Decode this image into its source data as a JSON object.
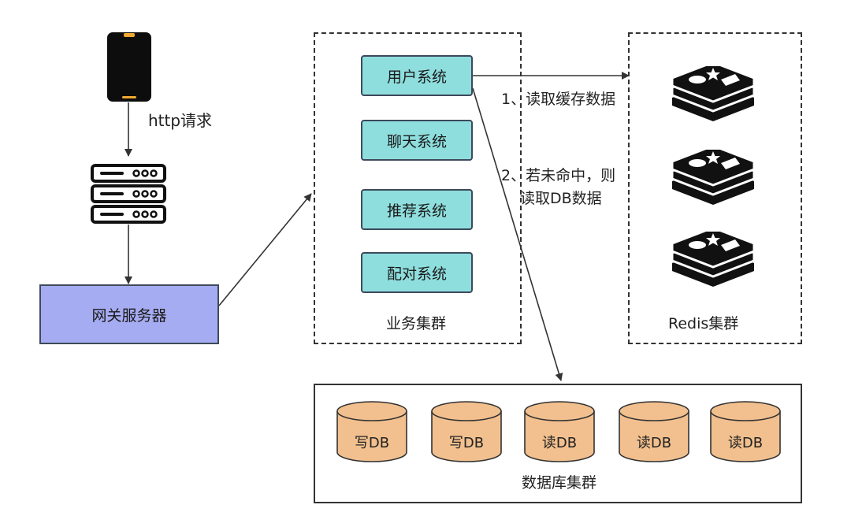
{
  "client": {
    "request_label": "http请求",
    "phone_icon": "smartphone-icon",
    "server_icon": "server-rack-icon"
  },
  "gateway": {
    "label": "网关服务器"
  },
  "business_cluster": {
    "label": "业务集群",
    "systems": [
      "用户系统",
      "聊天系统",
      "推荐系统",
      "配对系统"
    ]
  },
  "redis_cluster": {
    "label": "Redis集群",
    "node_icon": "redis-icon",
    "node_count": 3
  },
  "edges": {
    "read_cache": "1、读取缓存数据",
    "cache_miss_line1": "2、若未命中，则",
    "cache_miss_line2": "读取DB数据"
  },
  "database_cluster": {
    "label": "数据库集群",
    "nodes": [
      "写DB",
      "写DB",
      "读DB",
      "读DB",
      "读DB"
    ]
  },
  "colors": {
    "system_fill": "#8fdede",
    "gateway_fill": "#a6acf1",
    "db_fill": "#f2c08e",
    "phone_screen_accent": "#f0a830",
    "redis_icon": "#111111"
  }
}
